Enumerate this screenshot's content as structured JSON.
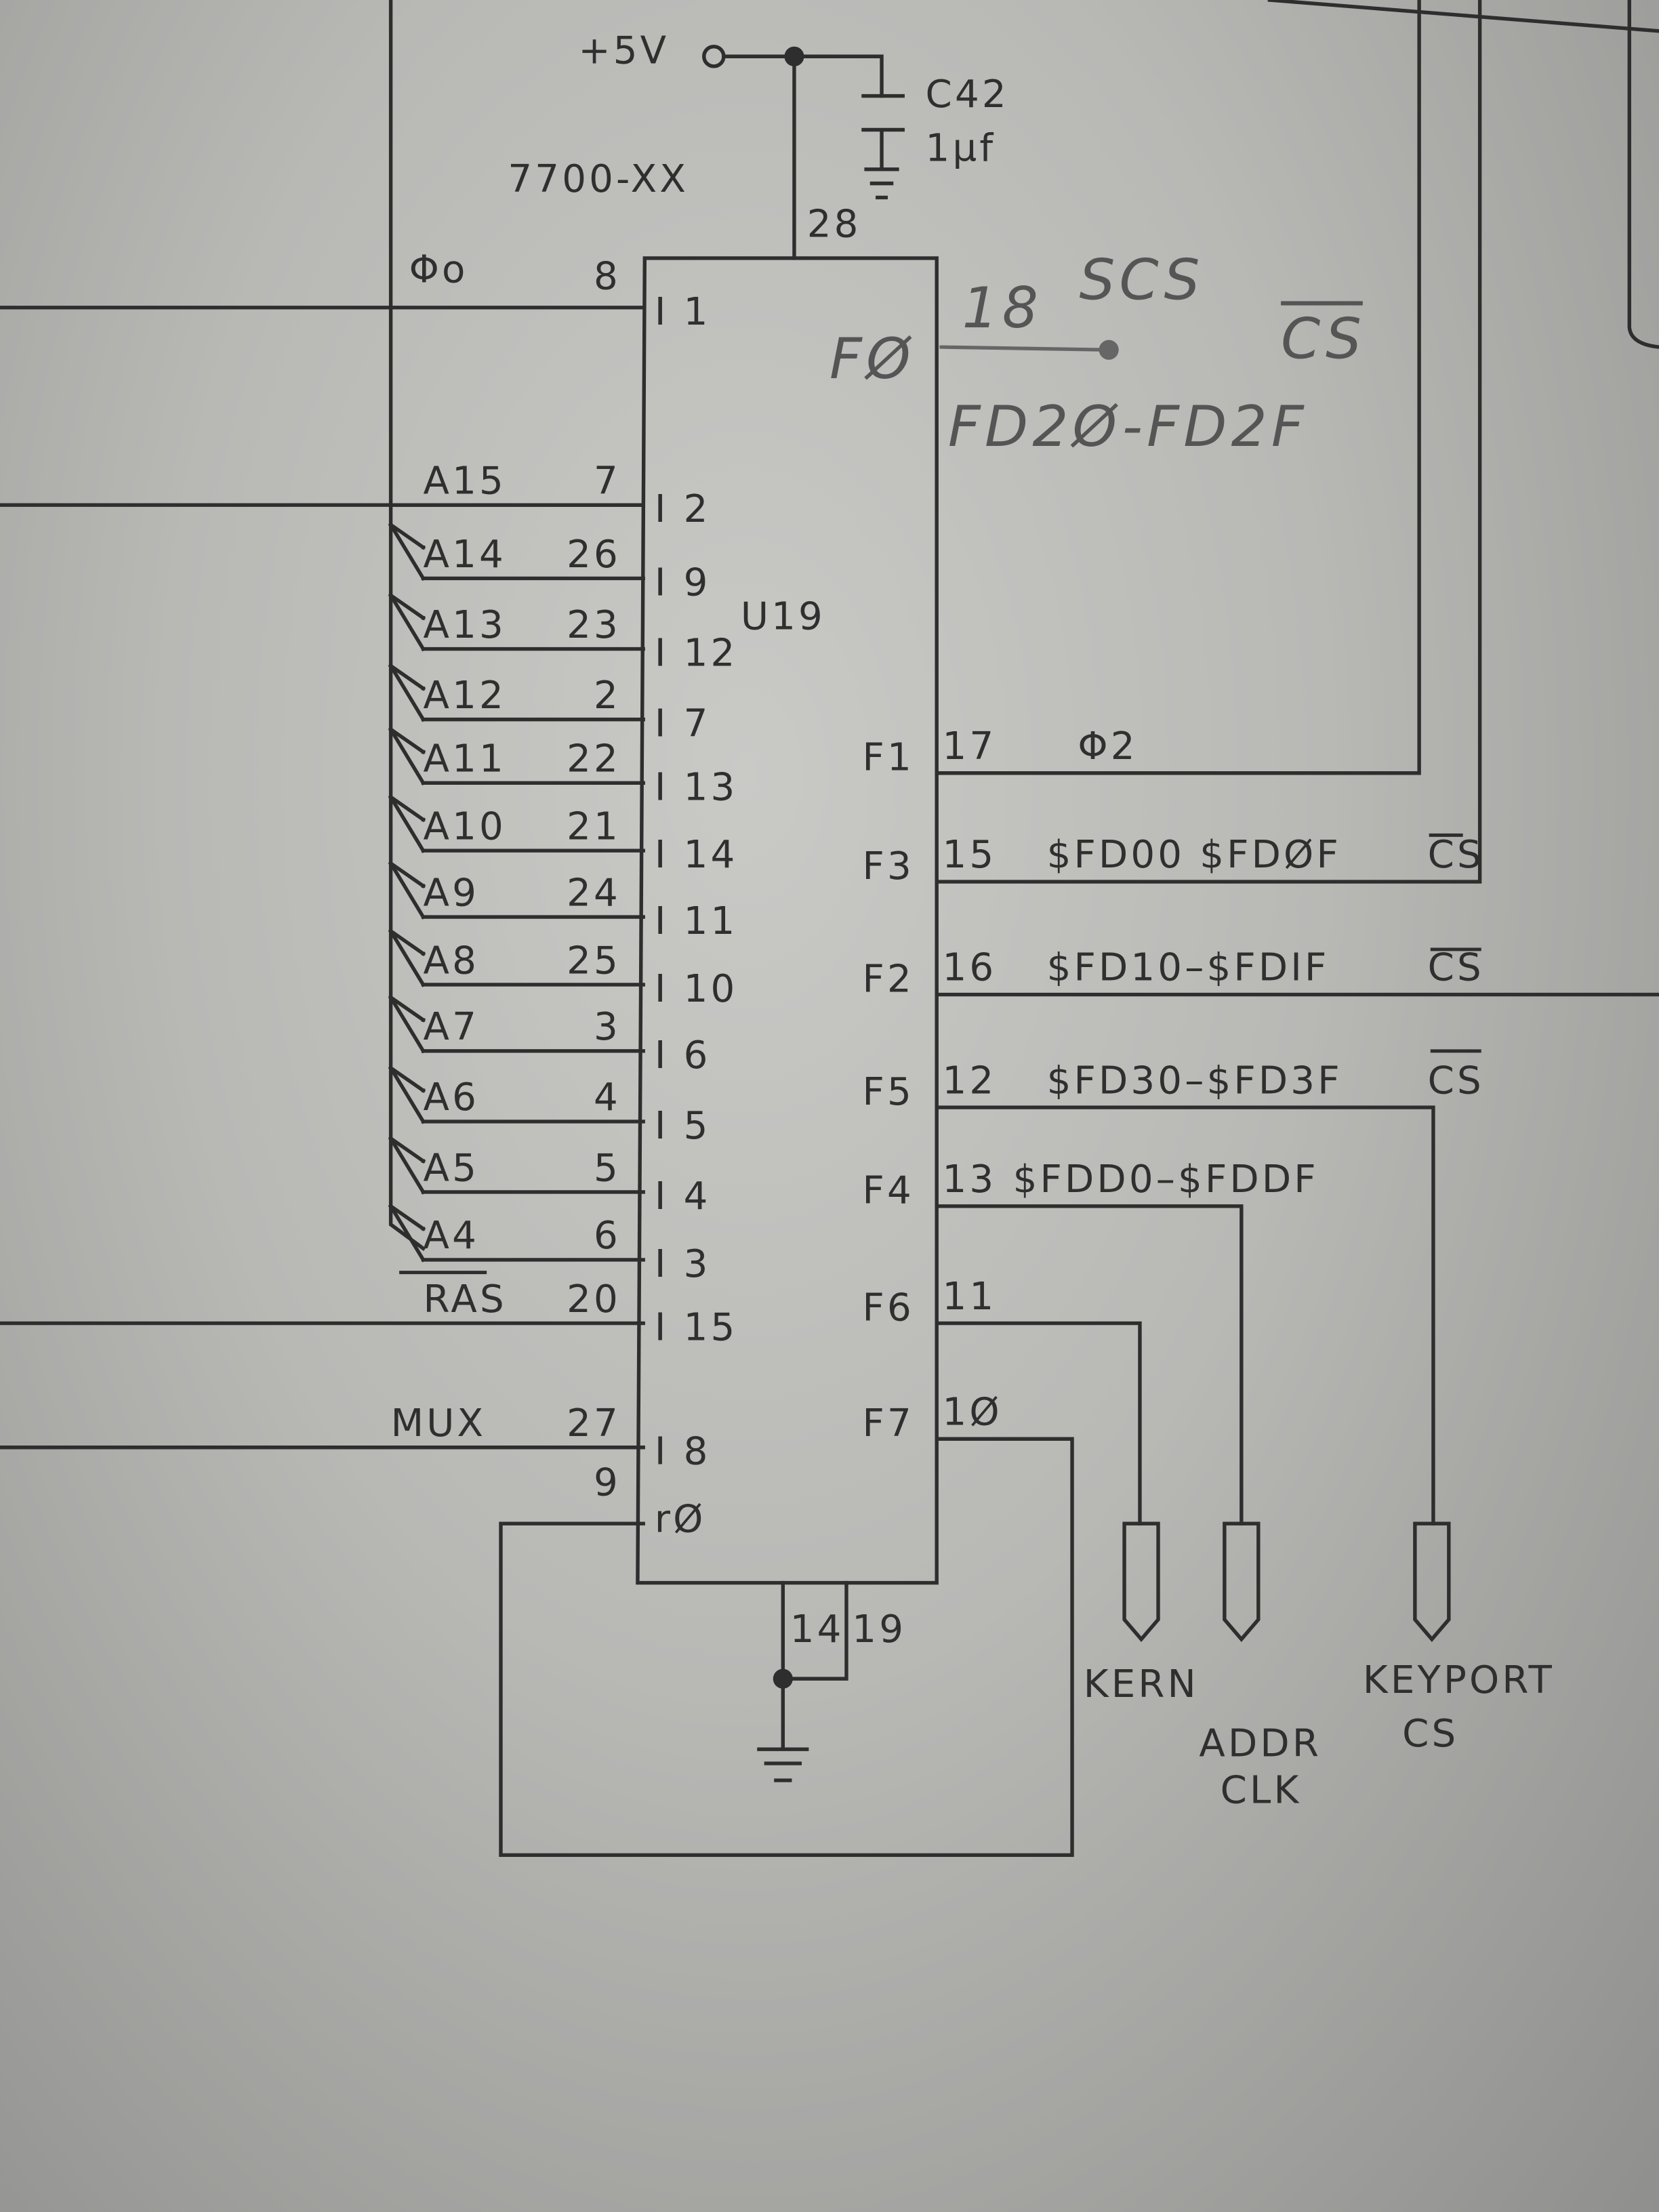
{
  "supply": {
    "label": "+5V",
    "cap_name": "C42",
    "cap_value": "1µf"
  },
  "chip": {
    "part": "7700-XX",
    "ref": "U19",
    "vcc_pin": "28",
    "gnd_pins": [
      "14",
      "19"
    ]
  },
  "inputs": [
    {
      "signal": "Φo",
      "pin": "8",
      "port": "I 1"
    },
    {
      "signal": "A15",
      "pin": "7",
      "port": "I 2"
    },
    {
      "signal": "A14",
      "pin": "26",
      "port": "I 9"
    },
    {
      "signal": "A13",
      "pin": "23",
      "port": "I 12"
    },
    {
      "signal": "A12",
      "pin": "2",
      "port": "I 7"
    },
    {
      "signal": "A11",
      "pin": "22",
      "port": "I 13"
    },
    {
      "signal": "A10",
      "pin": "21",
      "port": "I 14"
    },
    {
      "signal": "A9",
      "pin": "24",
      "port": "I 11"
    },
    {
      "signal": "A8",
      "pin": "25",
      "port": "I 10"
    },
    {
      "signal": "A7",
      "pin": "3",
      "port": "I 6"
    },
    {
      "signal": "A6",
      "pin": "4",
      "port": "I 5"
    },
    {
      "signal": "A5",
      "pin": "5",
      "port": "I 4"
    },
    {
      "signal": "A4",
      "pin": "6",
      "port": "I 3"
    },
    {
      "signal": "RAS",
      "pin": "20",
      "port": "I 15"
    },
    {
      "signal": "MUX",
      "pin": "27",
      "port": "I 8"
    },
    {
      "signal": "",
      "pin": "9",
      "port": "rØ"
    }
  ],
  "outputs": [
    {
      "port": "F1",
      "pin": "17",
      "label": "Φ2",
      "cs": ""
    },
    {
      "port": "F3",
      "pin": "15",
      "label": "$FD00 $FDØF",
      "cs": "CS"
    },
    {
      "port": "F2",
      "pin": "16",
      "label": "$FD10–$FDIF",
      "cs": "CS"
    },
    {
      "port": "F5",
      "pin": "12",
      "label": "$FD30–$FD3F",
      "cs": "CS"
    },
    {
      "port": "F4",
      "pin": "13",
      "label": "$FDD0–$FDDF",
      "cs": ""
    },
    {
      "port": "F6",
      "pin": "11",
      "label": "",
      "cs": ""
    },
    {
      "port": "F7",
      "pin": "1Ø",
      "label": "",
      "cs": ""
    }
  ],
  "handwritten": {
    "port": "FØ",
    "pin_note": "18",
    "signal": "SCS",
    "cs": "CS",
    "range": "FD2Ø-FD2F"
  },
  "connectors": [
    {
      "label": "KERN"
    },
    {
      "label": "ADDR CLK",
      "line1": "ADDR",
      "line2": "CLK"
    },
    {
      "label": "KEYPORT CS",
      "line1": "KEYPORT",
      "line2": "CS"
    }
  ]
}
